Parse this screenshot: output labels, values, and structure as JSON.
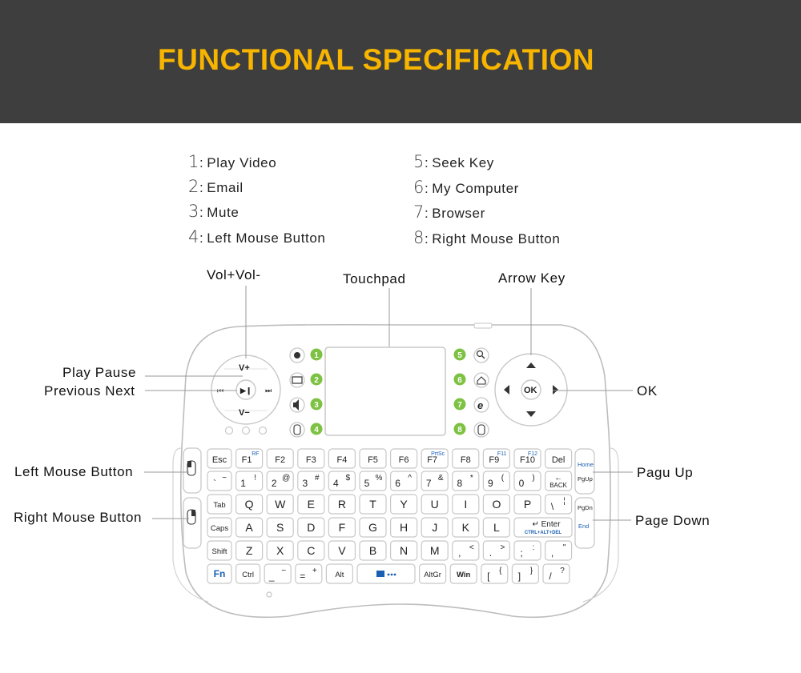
{
  "header": {
    "title": "FUNCTIONAL SPECIFICATION",
    "title_color": "#f7b500",
    "bg_color": "#3e3e3e"
  },
  "legend": {
    "items": [
      {
        "num": "1",
        "label": "Play Video"
      },
      {
        "num": "2",
        "label": "Email"
      },
      {
        "num": "3",
        "label": "Mute"
      },
      {
        "num": "4",
        "label": "Left Mouse Button"
      },
      {
        "num": "5",
        "label": "Seek Key"
      },
      {
        "num": "6",
        "label": "My Computer"
      },
      {
        "num": "7",
        "label": "Browser"
      },
      {
        "num": "8",
        "label": "Right Mouse Button"
      }
    ]
  },
  "callouts": {
    "vol": "Vol+Vol-",
    "touchpad": "Touchpad",
    "arrow_key": "Arrow Key",
    "play_pause": "Play Pause",
    "previous_next": "Previous Next",
    "ok": "OK",
    "left_mouse": "Left Mouse Button",
    "pagu_up": "Pagu Up",
    "right_mouse": "Right Mouse Button",
    "page_down": "Page Down"
  },
  "keyboard": {
    "badge_color": "#7dc242",
    "badges": [
      "1",
      "2",
      "3",
      "4",
      "5",
      "6",
      "7",
      "8"
    ],
    "media": {
      "vol_up": "V+",
      "vol_down": "V−",
      "play": "▶❙",
      "prev": "⏮",
      "next": "⏭"
    },
    "dpad": {
      "ok": "OK"
    },
    "side": {
      "home": "Home",
      "pgup": "PgUp",
      "pgdn": "PgDn",
      "end": "End"
    },
    "row1": [
      {
        "main": "Esc"
      },
      {
        "main": "F1",
        "sub": "RF"
      },
      {
        "main": "F2"
      },
      {
        "main": "F3"
      },
      {
        "main": "F4"
      },
      {
        "main": "F5"
      },
      {
        "main": "F6"
      },
      {
        "main": "F7",
        "sub": "PrtSc"
      },
      {
        "main": "F8"
      },
      {
        "main": "F9",
        "sub": "F11"
      },
      {
        "main": "F10",
        "sub": "F12"
      },
      {
        "main": "Del"
      }
    ],
    "row2": [
      {
        "main": "`",
        "sub": "~"
      },
      {
        "main": "1",
        "sub": "!"
      },
      {
        "main": "2",
        "sub": "@"
      },
      {
        "main": "3",
        "sub": "#"
      },
      {
        "main": "4",
        "sub": "$"
      },
      {
        "main": "5",
        "sub": "%"
      },
      {
        "main": "6",
        "sub": "^"
      },
      {
        "main": "7",
        "sub": "&"
      },
      {
        "main": "8",
        "sub": "*"
      },
      {
        "main": "9",
        "sub": "("
      },
      {
        "main": "0",
        "sub": ")"
      },
      {
        "main": "BACK",
        "sub": "←"
      }
    ],
    "row3": [
      {
        "main": "Tab"
      },
      {
        "main": "Q"
      },
      {
        "main": "W"
      },
      {
        "main": "E"
      },
      {
        "main": "R"
      },
      {
        "main": "T"
      },
      {
        "main": "Y"
      },
      {
        "main": "U"
      },
      {
        "main": "I"
      },
      {
        "main": "O"
      },
      {
        "main": "P"
      },
      {
        "main": "\\",
        "sub": "¦"
      }
    ],
    "row4": [
      {
        "main": "Caps"
      },
      {
        "main": "A"
      },
      {
        "main": "S"
      },
      {
        "main": "D"
      },
      {
        "main": "F"
      },
      {
        "main": "G"
      },
      {
        "main": "H"
      },
      {
        "main": "J"
      },
      {
        "main": "K"
      },
      {
        "main": "L"
      },
      {
        "main": "Enter",
        "sub": "CTRL+ALT+DEL"
      }
    ],
    "row5": [
      {
        "main": "Shift"
      },
      {
        "main": "Z"
      },
      {
        "main": "X"
      },
      {
        "main": "C"
      },
      {
        "main": "V"
      },
      {
        "main": "B"
      },
      {
        "main": "N"
      },
      {
        "main": "M"
      },
      {
        "main": ",",
        "sub": "<"
      },
      {
        "main": ".",
        "sub": ">"
      },
      {
        "main": ";",
        "sub": ":"
      },
      {
        "main": ",",
        "sub": "\""
      }
    ],
    "row6": [
      {
        "main": "Fn"
      },
      {
        "main": "Ctrl"
      },
      {
        "main": "_",
        "sub": "−"
      },
      {
        "main": "=",
        "sub": "+"
      },
      {
        "main": "Alt"
      },
      {
        "main": ""
      },
      {
        "main": "AltGr"
      },
      {
        "main": "Win"
      },
      {
        "main": "[",
        "sub": "{"
      },
      {
        "main": "]",
        "sub": "}"
      },
      {
        "main": "/",
        "sub": "?"
      }
    ]
  }
}
